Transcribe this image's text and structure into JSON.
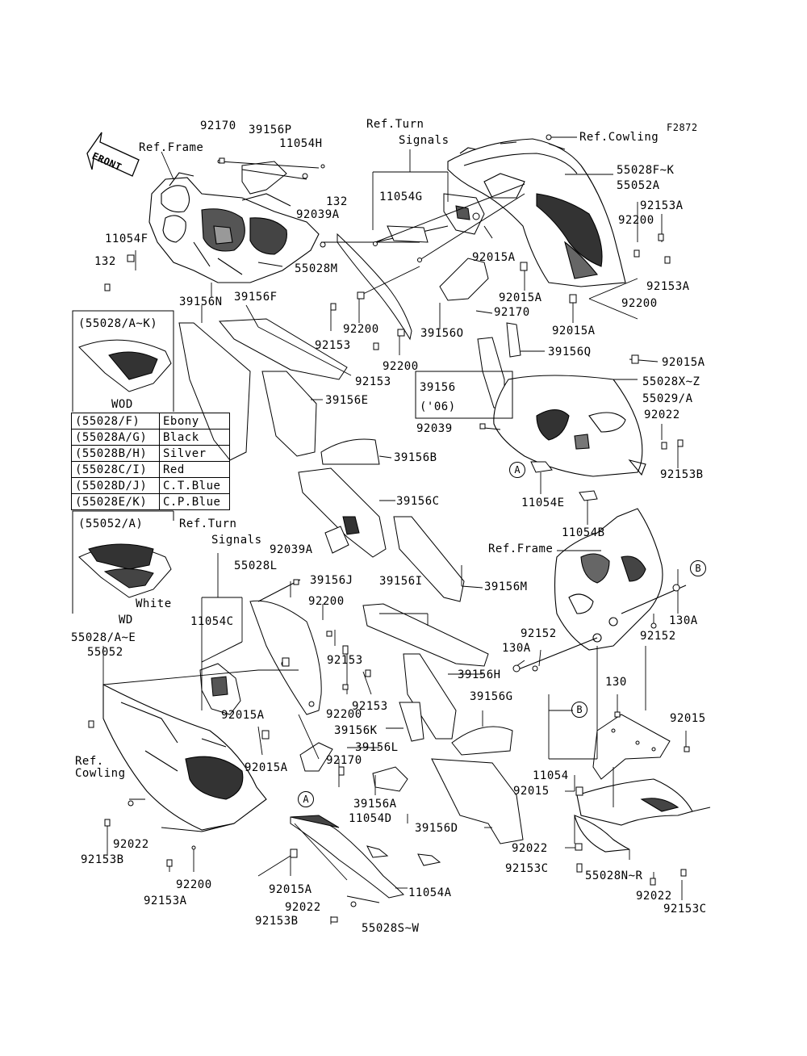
{
  "figure_code": "F2872",
  "front_label": "FRONT",
  "refs": {
    "frame_top": "Ref.Frame",
    "frame_mid": "Ref.Frame",
    "turn_signals_top_1": "Ref.Turn",
    "turn_signals_top_2": "Signals",
    "turn_signals_mid_1": "Ref.Turn",
    "turn_signals_mid_2": "Signals",
    "cowling_top": "Ref.Cowling",
    "cowling_bot_1": "Ref.",
    "cowling_bot_2": "Cowling"
  },
  "inset_top": {
    "title": "(55028/A~K)",
    "caption": "WOD"
  },
  "color_table": [
    {
      "code": "(55028/F)",
      "name": "Ebony"
    },
    {
      "code": "(55028A/G)",
      "name": "Black"
    },
    {
      "code": "(55028B/H)",
      "name": "Silver"
    },
    {
      "code": "(55028C/I)",
      "name": "Red"
    },
    {
      "code": "(55028D/J)",
      "name": "C.T.Blue"
    },
    {
      "code": "(55028E/K)",
      "name": "C.P.Blue"
    }
  ],
  "inset_bottom": {
    "title": "(55052/A)",
    "color": "White",
    "caption": "WD"
  },
  "callouts": {
    "a_right": "A",
    "a_bottom": "A",
    "b_right": "B",
    "b_bottom": "B"
  },
  "parts": {
    "p92170_top": "92170",
    "p39156P": "39156P",
    "p11054H": "11054H",
    "p132_top": "132",
    "p92039A_top": "92039A",
    "p11054F": "11054F",
    "p132_left": "132",
    "p55028M": "55028M",
    "p11054G": "11054G",
    "p55028FK": "55028F~K",
    "p55052A": "55052A",
    "p92153A_r1": "92153A",
    "p92200_r1": "92200",
    "p92153A_r2": "92153A",
    "p92015A_r1": "92015A",
    "p92015A_r2": "92015A",
    "p92200_r2": "92200",
    "p92170_mid": "92170",
    "p92015A_r3": "92015A",
    "p39156N": "39156N",
    "p39156F": "39156F",
    "p92200_m1": "92200",
    "p92153_m1": "92153",
    "p39156O": "39156O",
    "p92200_m2": "92200",
    "p39156Q": "39156Q",
    "p92015A_r4": "92015A",
    "p92153_m2": "92153",
    "p39156_06": "39156",
    "p06": "('06)",
    "p55028XZ": "55028X~Z",
    "p55029A": "55029/A",
    "p39156E": "39156E",
    "p92022_r": "92022",
    "p92039_m": "92039",
    "p39156B": "39156B",
    "p92153B_r": "92153B",
    "p11054E": "11054E",
    "p39156C": "39156C",
    "p11054B": "11054B",
    "p92039A_mid": "92039A",
    "p55028L": "55028L",
    "p39156J": "39156J",
    "p39156I": "39156I",
    "p39156M": "39156M",
    "p92200_c1": "92200",
    "p11054C": "11054C",
    "p55028AE": "55028/A~E",
    "p55052": "55052",
    "p92153_c1": "92153",
    "p92152_a": "92152",
    "p92152_b": "92152",
    "p130A_a": "130A",
    "p130A_b": "130A",
    "p39156H": "39156H",
    "p92153_c2": "92153",
    "p92015A_c1": "92015A",
    "p92200_c2": "92200",
    "p39156G": "39156G",
    "p130": "130",
    "p39156K": "39156K",
    "p92015_r": "92015",
    "p92015A_c2": "92015A",
    "p39156L": "39156L",
    "p92170_bot": "92170",
    "p11054": "11054",
    "p92015_b": "92015",
    "p39156A": "39156A",
    "p11054D": "11054D",
    "p39156D": "39156D",
    "p92022_l": "92022",
    "p92153B_l": "92153B",
    "p92022_b": "92022",
    "p92153C_a": "92153C",
    "p55028NR": "55028N~R",
    "p92200_b": "92200",
    "p92153A_b": "92153A",
    "p92015A_b": "92015A",
    "p11054A": "11054A",
    "p92022_bc": "92022",
    "p92153B_b": "92153B",
    "p55028SW": "55028S~W",
    "p92022_br": "92022",
    "p92153C_b": "92153C"
  }
}
